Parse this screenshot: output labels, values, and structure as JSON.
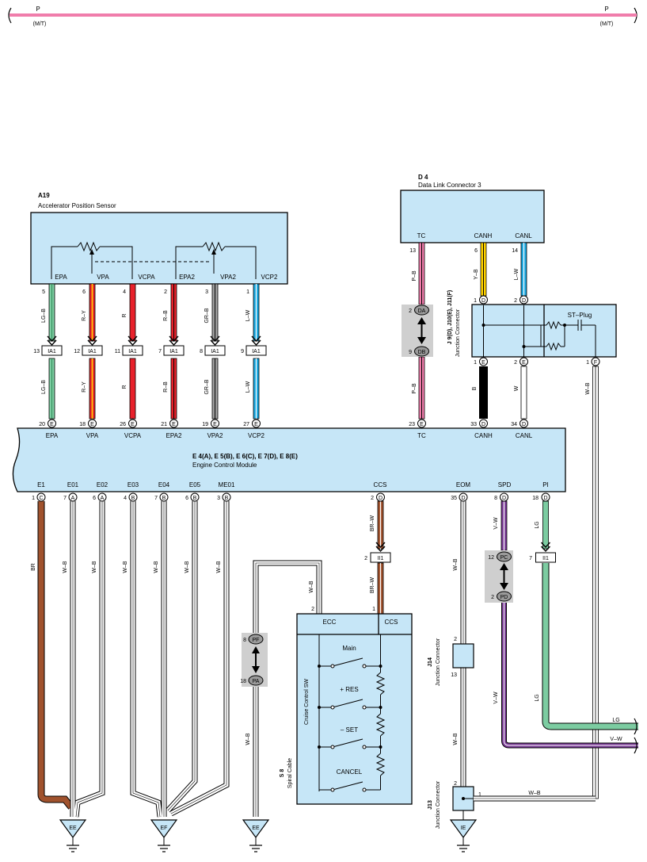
{
  "top_wire": {
    "color_left": "P",
    "sub_left": "(M/T)",
    "color_right": "P",
    "sub_right": "(M/T)"
  },
  "a19": {
    "code": "A19",
    "name": "Accelerator Position Sensor",
    "terminals": [
      "EPA",
      "VPA",
      "VCPA",
      "EPA2",
      "VPA2",
      "VCP2"
    ]
  },
  "d4": {
    "code": "D 4",
    "name": "Data Link Connector 3",
    "terminals": [
      "TC",
      "CANH",
      "CANL"
    ]
  },
  "ecm": {
    "code": "E 4(A), E 5(B), E 6(C), E 7(D), E 8(E)",
    "name": "Engine Control Module",
    "top_terminals": [
      "EPA",
      "VPA",
      "VCPA",
      "EPA2",
      "VPA2",
      "VCP2",
      "TC",
      "CANH",
      "CANL"
    ],
    "bottom_terminals": [
      "E1",
      "E01",
      "E02",
      "E03",
      "E04",
      "E05",
      "ME01",
      "CCS",
      "EOM",
      "SPD",
      "PI"
    ]
  },
  "sensor_wires": [
    {
      "pin": "5",
      "color": "LG–B",
      "ia_pin": "13",
      "ia": "IA1",
      "ecm_pin": "20",
      "conn": "E"
    },
    {
      "pin": "6",
      "color": "R–Y",
      "ia_pin": "12",
      "ia": "IA1",
      "ecm_pin": "18",
      "conn": "E"
    },
    {
      "pin": "4",
      "color": "R",
      "ia_pin": "11",
      "ia": "IA1",
      "ecm_pin": "26",
      "conn": "E"
    },
    {
      "pin": "2",
      "color": "R–B",
      "ia_pin": "7",
      "ia": "IA1",
      "ecm_pin": "21",
      "conn": "E"
    },
    {
      "pin": "3",
      "color": "GR–B",
      "ia_pin": "8",
      "ia": "IA1",
      "ecm_pin": "19",
      "conn": "E"
    },
    {
      "pin": "1",
      "color": "L–W",
      "ia_pin": "9",
      "ia": "IA1",
      "ecm_pin": "27",
      "conn": "E"
    }
  ],
  "dlc_wires": {
    "tc": {
      "pin": "13",
      "color": "P–B",
      "da_pin": "2",
      "da": "DA",
      "db_pin": "9",
      "db": "DB",
      "color2": "P–B",
      "ecm_pin": "23",
      "conn": "E"
    },
    "canh": {
      "pin": "6",
      "color": "Y–B"
    },
    "canl": {
      "pin": "14",
      "color": "L–W"
    }
  },
  "jconn_top": {
    "code": "J 9(D), J10(E), J11(F)",
    "name": "Junction Connector",
    "plug": "ST–Plug",
    "in_pins": [
      "1",
      "2"
    ],
    "in_conns": [
      "D",
      "D"
    ],
    "out_pins": [
      "1",
      "2",
      "1"
    ],
    "out_conns": [
      "E",
      "E",
      "F"
    ],
    "canh_color": "B",
    "canl_color": "W",
    "f_color": "W–B",
    "ecm_canh_pin": "33",
    "ecm_canl_pin": "34",
    "ecm_conn": "D"
  },
  "ground_wires": [
    {
      "pin": "1",
      "conn": "C",
      "color": "BR"
    },
    {
      "pin": "7",
      "conn": "A",
      "color": "W–B"
    },
    {
      "pin": "6",
      "conn": "A",
      "color": "W–B"
    },
    {
      "pin": "4",
      "conn": "B",
      "color": "W–B"
    },
    {
      "pin": "7",
      "conn": "B",
      "color": "W–B"
    },
    {
      "pin": "6",
      "conn": "B",
      "color": "W–B"
    },
    {
      "pin": "3",
      "conn": "B",
      "color": "W–B"
    }
  ],
  "ccs": {
    "pin": "2",
    "conn": "D",
    "color": "BR–W",
    "ii_pin": "2",
    "ii": "II1",
    "color2": "BR–W",
    "sw_pin": "1"
  },
  "s8": {
    "code": "S 8",
    "name": "Spiral Cable",
    "sub": "Cruise Control SW",
    "terminals": [
      "ECC",
      "CCS"
    ],
    "ecc_pin": "2",
    "switches": [
      "Main",
      "+ RES",
      "– SET",
      "CANCEL"
    ],
    "ecc_color": "W–B",
    "pf_pin": "8",
    "pf": "PF",
    "pa_pin": "18",
    "pa": "PA",
    "lower_color": "W–B"
  },
  "eom": {
    "pin": "35",
    "conn": "D",
    "color": "W–B"
  },
  "spd": {
    "pin": "8",
    "conn": "D",
    "color": "V–W",
    "pc_pin": "12",
    "pc": "PC",
    "pd_pin": "2",
    "pd": "PD",
    "color2": "V–W",
    "right_color": "V–W"
  },
  "pi": {
    "pin": "18",
    "conn": "D",
    "color": "LG",
    "ii_pin": "7",
    "ii": "II1",
    "color2": "LG",
    "right_color": "LG"
  },
  "j14": {
    "code": "J14",
    "name": "Junction Connector",
    "pin_top": "2",
    "pin_bottom": "13",
    "lower_color": "W–B"
  },
  "j13": {
    "code": "J13",
    "name": "Junction Connector",
    "pin_top": "2",
    "pin_side": "1",
    "side_color": "W–B"
  },
  "grounds": [
    "EE",
    "EF",
    "EE",
    "IE"
  ],
  "colors": {
    "fill": "#c6e6f7",
    "pink": "#f07dab",
    "brown": "#a0522d",
    "green": "#7ccca1",
    "violet": "#7a3b96",
    "red": "#e8212b",
    "yellow": "#ffd200",
    "blue": "#1aa7e0",
    "gray": "#a0a0a0",
    "darkgreen": "#2e8b57",
    "shade": "#cfcfcf"
  }
}
